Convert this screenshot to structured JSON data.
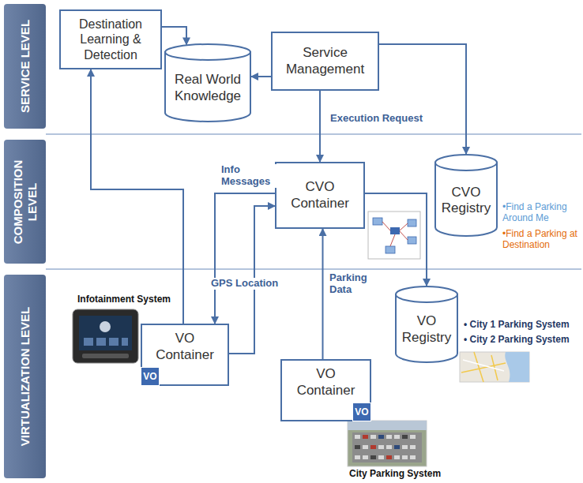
{
  "diagram": {
    "nodes": [
      {
        "text": [
          "SERVICE LEVEL"
        ]
      },
      {
        "text": [
          "Destination Learning & Detection"
        ]
      },
      {
        "text": [
          "Real World Knowledge"
        ]
      },
      {
        "text": [
          "Service Management"
        ]
      },
      {
        "text": [
          "COMPOSITION LEVEL"
        ]
      },
      {
        "text": [
          "CVO Container"
        ]
      },
      {
        "text": [
          "CVO Registry"
        ]
      },
      {
        "text": [
          "VIRTUALIZATION LEVEL"
        ]
      },
      {
        "text": [
          "VO Container"
        ]
      },
      {
        "text": [
          "VO"
        ],
        "in": 8
      },
      {
        "text": [
          "VO Registry"
        ]
      },
      {
        "text": [
          "VO Container"
        ]
      },
      {
        "text": [
          "VO"
        ],
        "in": 11
      }
    ],
    "edges": [
      {
        "from": 1,
        "to": 2,
        "arrow": "to"
      },
      {
        "from": 3,
        "to": 2,
        "arrow": "to"
      },
      {
        "from": 3,
        "to": 6,
        "arrow": "to"
      },
      {
        "from": 3,
        "to": 5,
        "label": "Execution Request",
        "arrow": "to"
      },
      {
        "from": 5,
        "to": 8,
        "label": "Info Messages",
        "arrow": "to"
      },
      {
        "from": 8,
        "to": 5,
        "label": "GPS Location",
        "arrow": "to"
      },
      {
        "from": 11,
        "to": 5,
        "label": "Parking Data",
        "arrow": "to"
      },
      {
        "from": 5,
        "to": 10,
        "arrow": "to"
      },
      {
        "from": 8,
        "to": 1,
        "arrow": "to"
      }
    ],
    "labels": [
      "Infotainment System",
      "•Find a Parking Around Me",
      "•Find a Parking at Destination",
      "• City 1 Parking System",
      "• City 2 Parking System",
      "City Parking System"
    ]
  }
}
